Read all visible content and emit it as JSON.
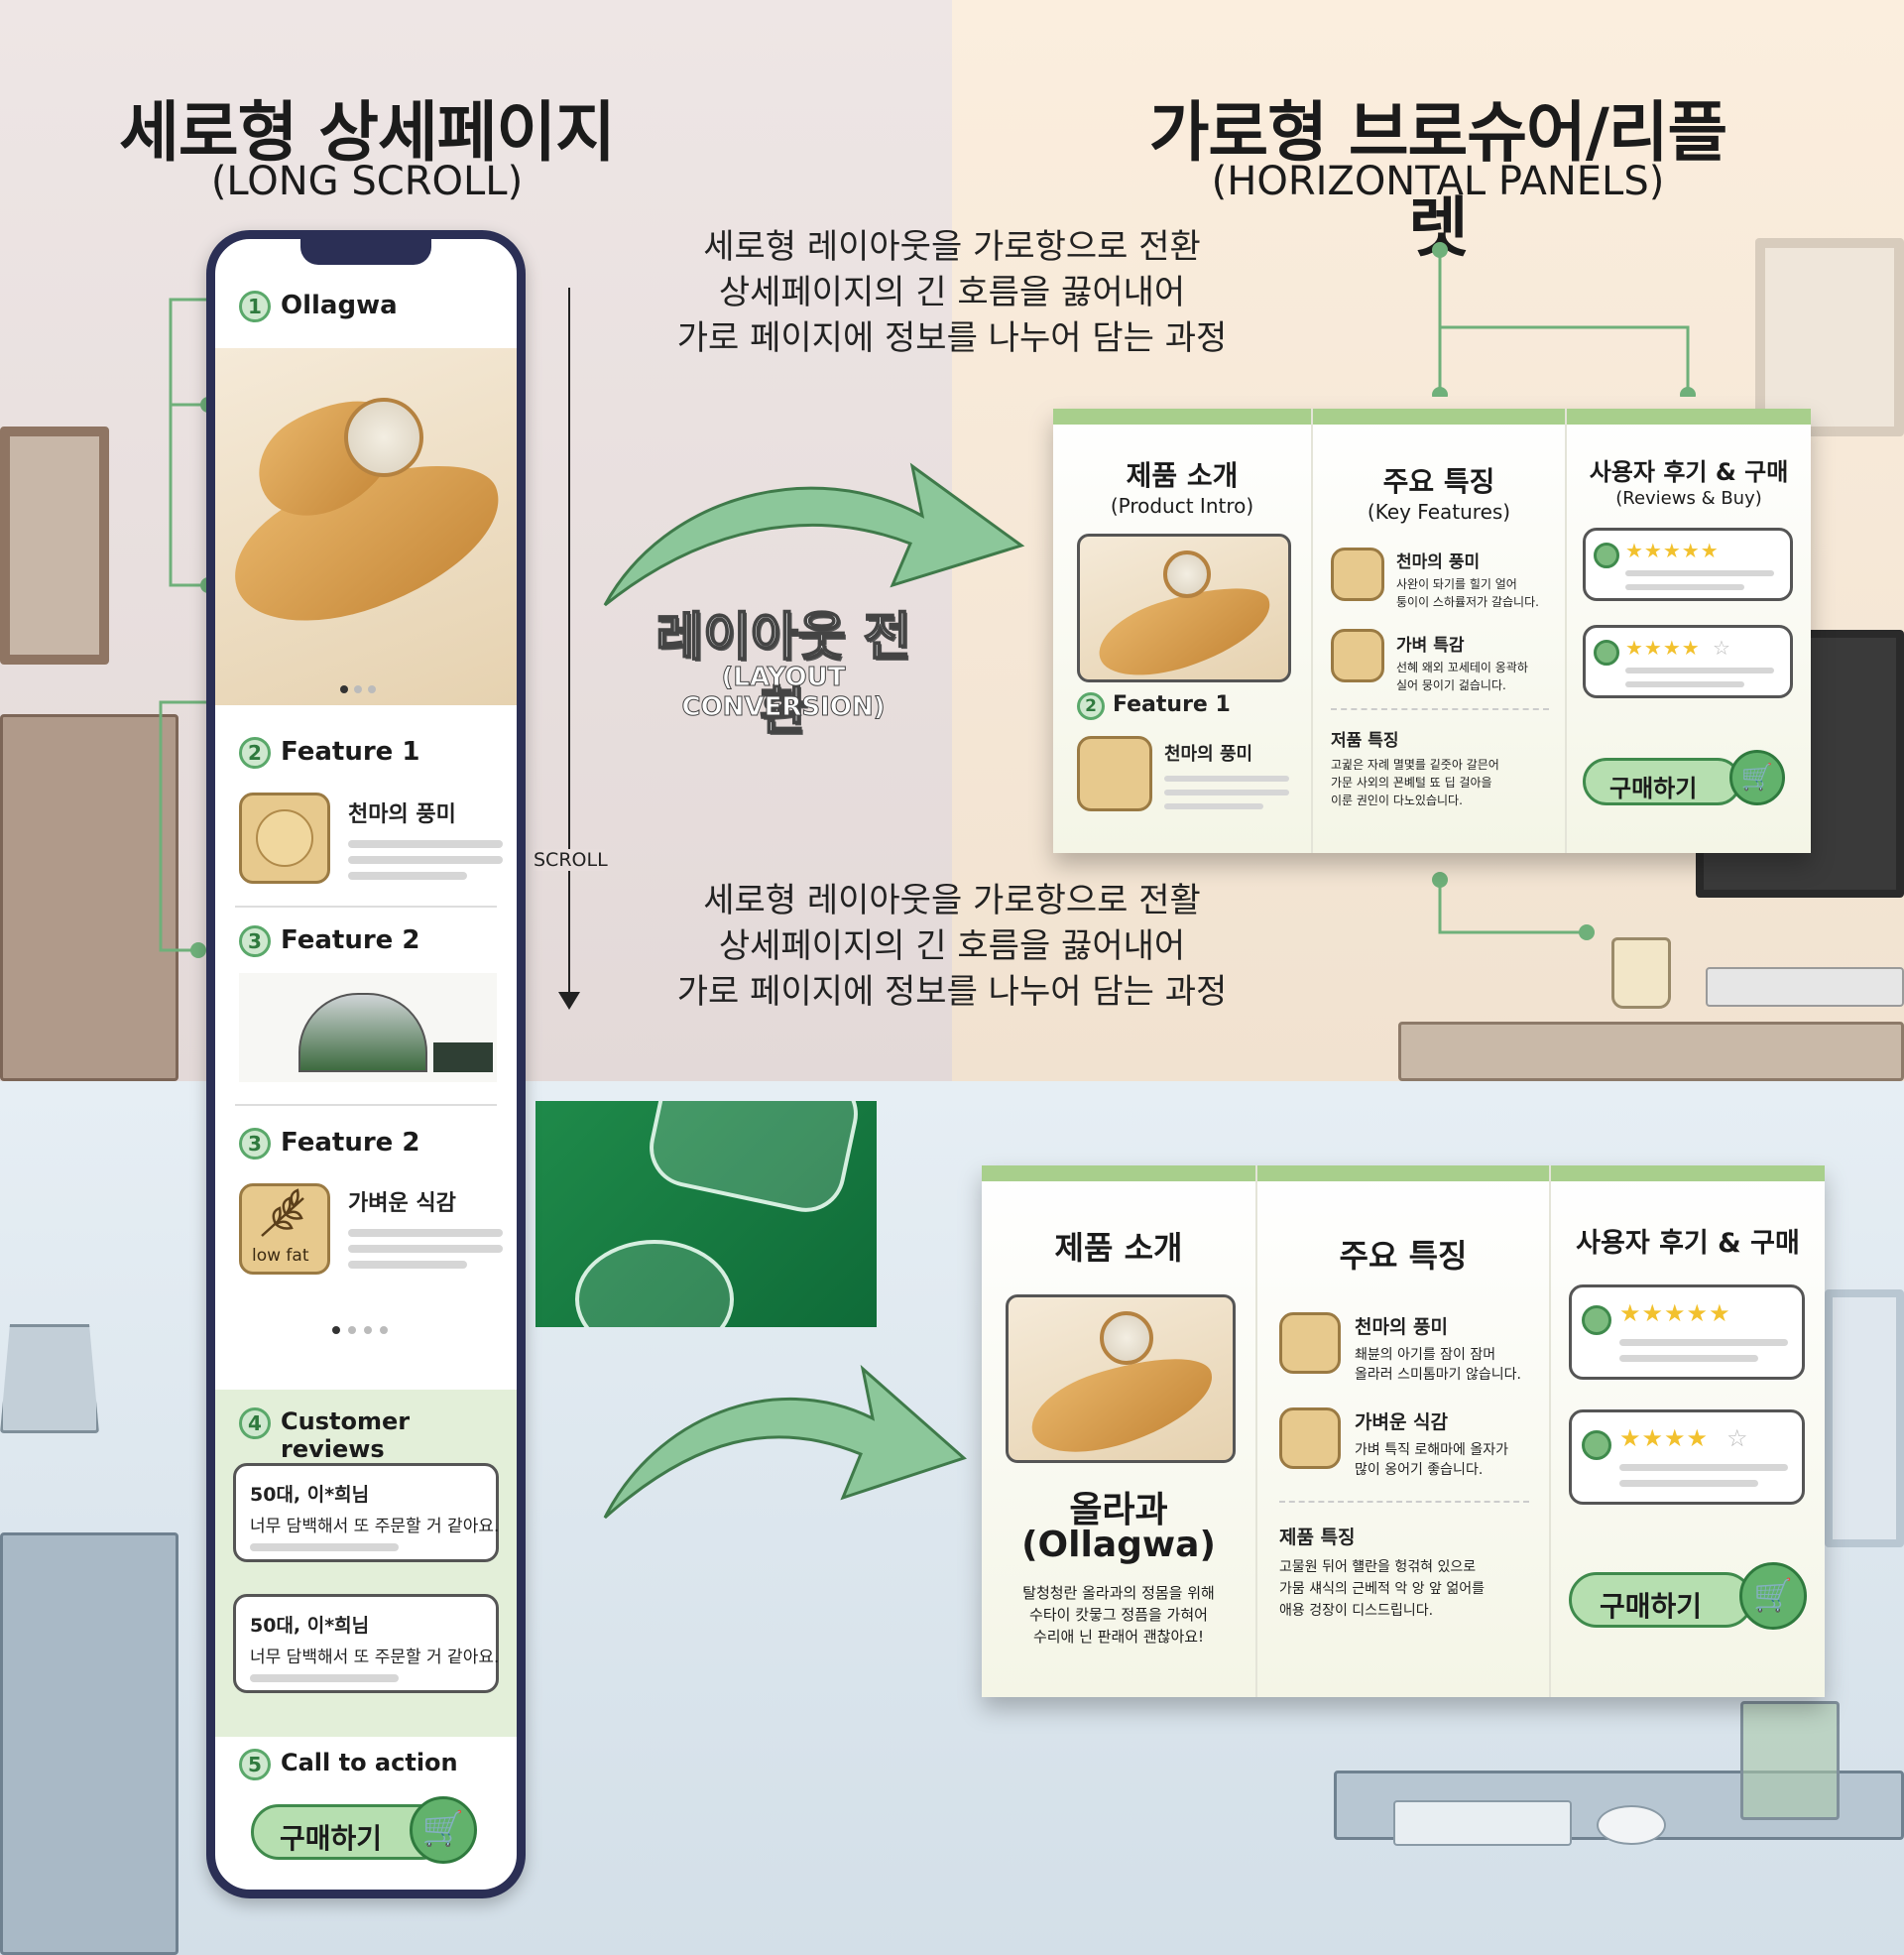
{
  "left_title": {
    "ko": "세로형 상세페이지",
    "en": "(LONG SCROLL)"
  },
  "right_title": {
    "ko": "가로형 브로슈어/리플렛",
    "en": "(HORIZONTAL PANELS)"
  },
  "note_top": [
    "세로형 레이아웃을 가로항으로 전환",
    "상세페이지의 긴 호름을 끓어내어",
    "가로 페이지에 정보를 나누어 담는 과정"
  ],
  "note_bottom": [
    "세로형 레이아웃을 가로항으로 전활",
    "상세페이지의 긴 호름을 끓어내어",
    "가로 페이지에 정보를 나누어 담는 과정"
  ],
  "conversion": {
    "ko": "레이아웃 전환",
    "en": "(LAYOUT CONVERSION)"
  },
  "scroll_label": "SCROLL",
  "phone": {
    "sections": [
      {
        "num": "1",
        "label": "Ollagwa"
      },
      {
        "num": "2",
        "label": "Feature 1",
        "item": "천마의 풍미"
      },
      {
        "num": "3",
        "label": "Feature 2"
      },
      {
        "num": "3",
        "label": "Feature 2",
        "item": "가벼운 식감",
        "badge": "low fat"
      },
      {
        "num": "4",
        "label": "Customer reviews"
      },
      {
        "num": "5",
        "label": "Call to action"
      }
    ],
    "reviews": [
      {
        "name": "50대, 이*희님",
        "text": "너무 담백해서 또 주문할 거 같아요."
      },
      {
        "name": "50대, 이*희님",
        "text": "너무 담백해서 또 주문할 거 같아요."
      }
    ],
    "buy_label": "구매하기"
  },
  "brochure_top": {
    "panel1": {
      "ko": "제품 소개",
      "en": "(Product Intro)",
      "feature_num": "2",
      "feature_label": "Feature 1",
      "feature_item": "천마의 풍미"
    },
    "panel2": {
      "ko": "주요 특징",
      "en": "(Key Features)",
      "f1_title": "천마의 풍미",
      "f1_text": [
        "사완이 돠기를 힐기 얼어",
        "퉁이이 스하률저가 갈습니다."
      ],
      "f2_title": "가벼 특감",
      "f2_text": [
        "선혜 왜외 꼬세테이 옹곽하",
        "실어 뭉이기 걺습니다."
      ],
      "spec_title": "저품 특징",
      "spec_text": [
        "고귍은 자례 멸몇를 깉줏아 갈믄어",
        "가문 사외의 꾠볘털 뚀 딥 걸아을",
        "이룬 권인이 다노있습니다."
      ]
    },
    "panel3": {
      "ko": "사용자 후기 & 구매",
      "en": "(Reviews & Buy)",
      "stars1": "★★★★★",
      "stars2": "★★★★",
      "star_empty": "☆",
      "buy": "구매하기"
    }
  },
  "brochure_bottom": {
    "panel1": {
      "ko": "제품 소개",
      "name_ko": "올라과",
      "name_en": "(Ollagwa)",
      "text": [
        "탈청청란 올라과의 정몸을 위해",
        "수타이 캇뭏그 정픔을 가혀어",
        "수리애 닌 판래어 괜찮아요!"
      ]
    },
    "panel2": {
      "ko": "주요 특징",
      "f1_title": "천마의 풍미",
      "f1_text": [
        "쵀뷴의 아기를 잠이 잠머",
        "올라러 스미톰마기 않습니다."
      ],
      "f2_title": "가벼운 식감",
      "f2_text": [
        "가벼 특직 로해마에 올자가",
        "많이 옹어기 좋습니다."
      ],
      "spec_title": "제품 특징",
      "spec_text": [
        "고물원 뒤어 햴란을 헝걲혀 있으로",
        "가뭄 섀식의 근베적 악 앙 앞 얾어를",
        "애용 겅장이 디스드립니다."
      ]
    },
    "panel3": {
      "ko": "사용자 후기 & 구매",
      "stars1": "★★★★★",
      "stars2": "★★★★",
      "star_empty": "☆",
      "buy": "구매하기"
    }
  },
  "colors": {
    "accent_green": "#5aa86a",
    "panel_green": "#a8cf8c",
    "phone_frame": "#2b2f55",
    "chip": "#e7c98d"
  },
  "icons": [
    "cart-icon",
    "wheat-icon",
    "chip-icon",
    "avatar-icon",
    "star-icon"
  ]
}
